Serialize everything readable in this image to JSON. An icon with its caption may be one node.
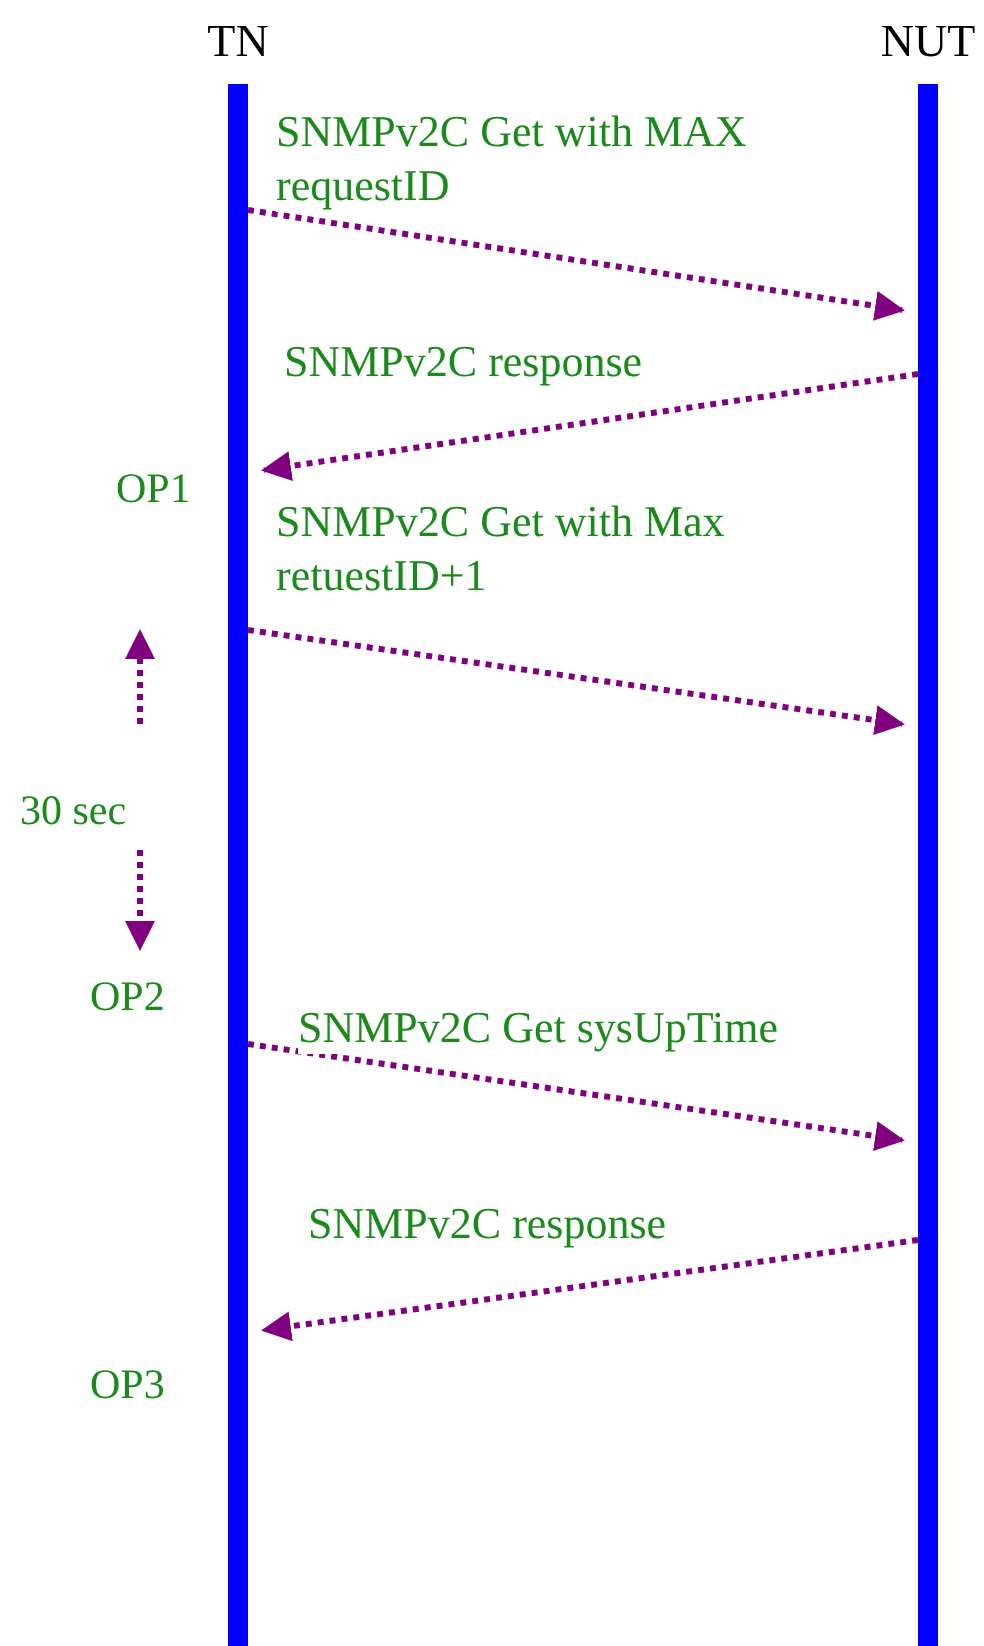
{
  "diagram": {
    "nodes": [
      {
        "text": [
          "TN"
        ]
      },
      {
        "text": [
          "NUT"
        ]
      }
    ],
    "edges": [
      {
        "from": 0,
        "to": 1,
        "arrow": "to",
        "label": "SNMPv2C Get with MAX requestID",
        "style": "dashed"
      },
      {
        "from": 1,
        "to": 0,
        "arrow": "to",
        "label": "SNMPv2C response",
        "style": "dashed"
      },
      {
        "from": 0,
        "to": 1,
        "arrow": "to",
        "label": "SNMPv2C Get with Max retuestID+1",
        "style": "dashed"
      },
      {
        "from": 0,
        "to": 1,
        "arrow": "to",
        "label": "SNMPv2C Get sysUpTime",
        "style": "dashed"
      },
      {
        "from": 1,
        "to": 0,
        "arrow": "to",
        "label": "SNMPv2C response",
        "style": "dashed"
      }
    ],
    "labels": [
      "OP1",
      "30 sec",
      "OP2",
      "OP3"
    ]
  }
}
